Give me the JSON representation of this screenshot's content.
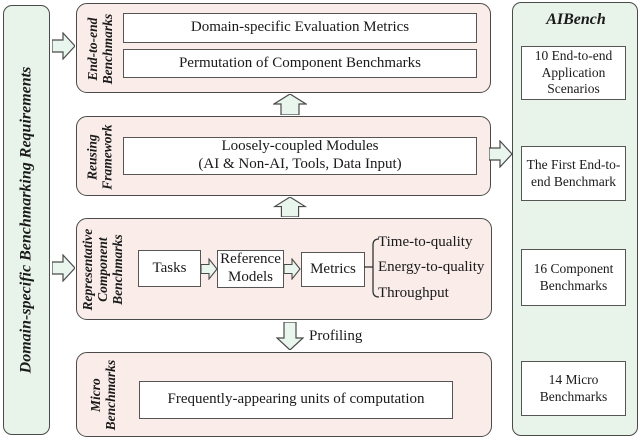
{
  "colors": {
    "section_fill": "#f9ece9",
    "green_fill": "#e8f3ea",
    "arrow_fill": "#e9f6ee",
    "border": "#4a4a4a",
    "box_fill": "#ffffff"
  },
  "left_bar": {
    "label": "Domain-specific Benchmarking Requirements"
  },
  "sections": {
    "end_to_end": {
      "label": "End-to-end\nBenchmarks",
      "metrics_box": "Domain-specific Evaluation Metrics",
      "permutation_box": "Permutation of Component Benchmarks"
    },
    "reusing": {
      "label": "Reusing\nFramework",
      "module_box": "Loosely-coupled Modules\n(AI & Non-AI, Tools, Data Input)"
    },
    "component": {
      "label": "Representative\nComponent\nBenchmarks",
      "tasks": "Tasks",
      "reference_models": "Reference\nModels",
      "metrics": "Metrics",
      "metric_items": [
        "Time-to-quality",
        "Energy-to-quality",
        "Throughput"
      ]
    },
    "micro": {
      "label": "Micro\nBenchmarks",
      "units_box": "Frequently-appearing units of computation"
    }
  },
  "profiling_label": "Profiling",
  "aibench": {
    "title": "AIBench",
    "boxes": [
      "10 End-to-end Application Scenarios",
      "The First End-to-end Benchmark",
      "16 Component Benchmarks",
      "14 Micro Benchmarks"
    ]
  }
}
